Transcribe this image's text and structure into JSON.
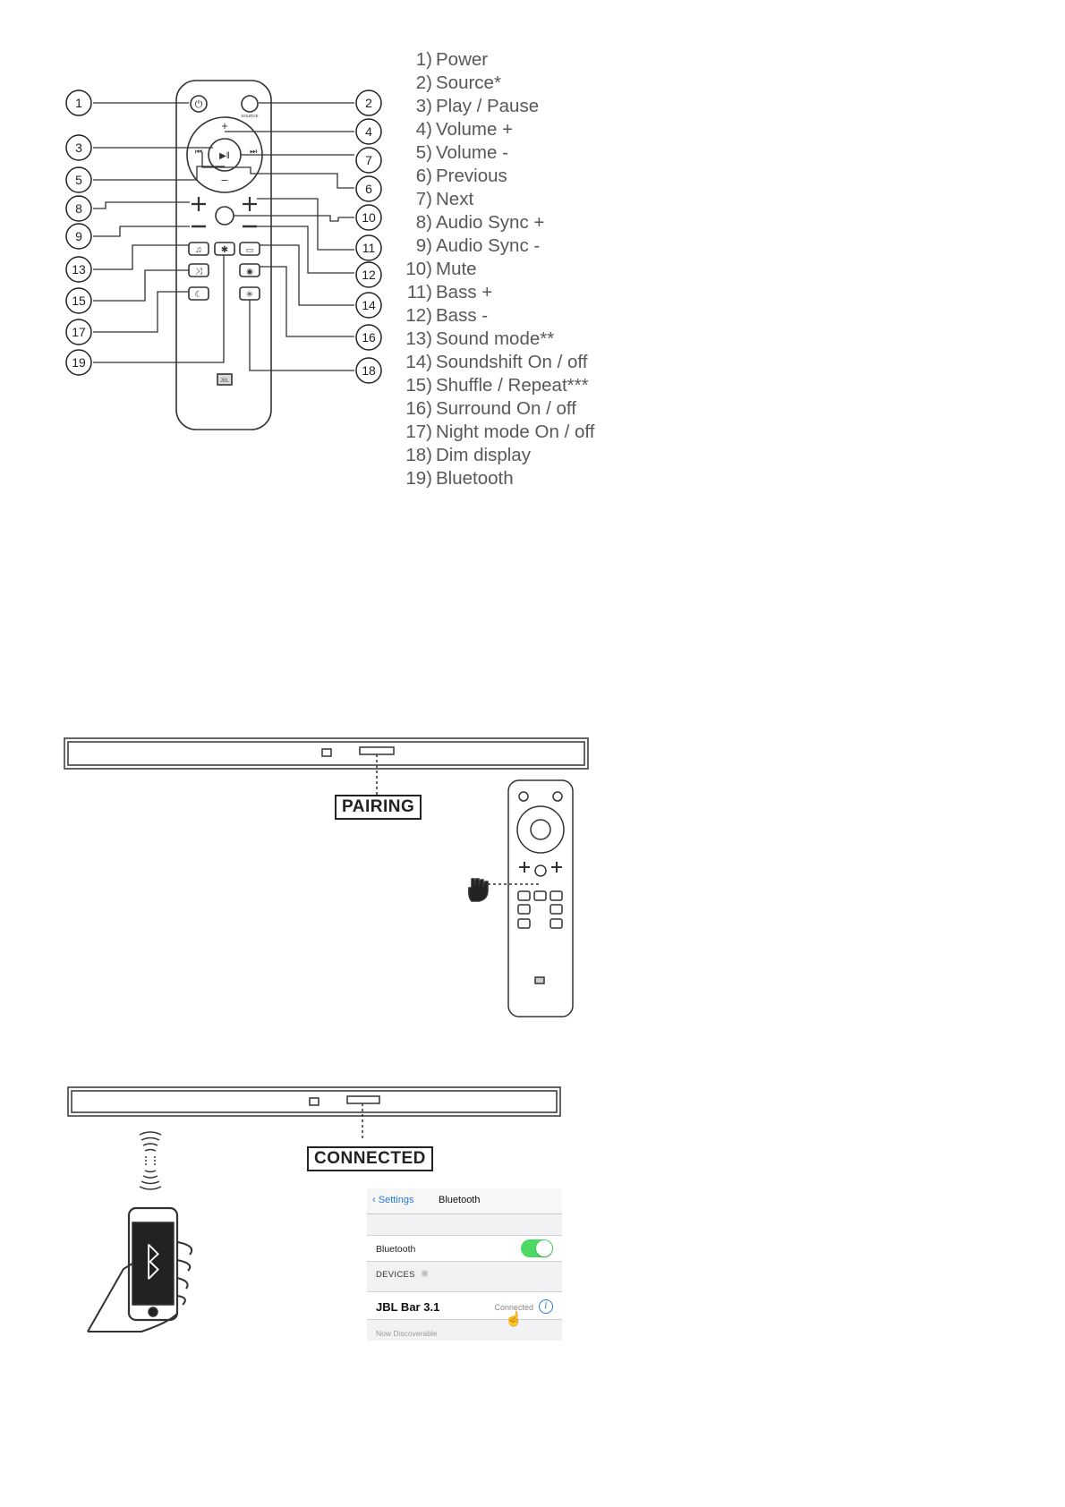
{
  "legend": [
    {
      "num": "1)",
      "label": "Power"
    },
    {
      "num": "2)",
      "label": "Source*"
    },
    {
      "num": "3)",
      "label": "Play / Pause"
    },
    {
      "num": "4)",
      "label": "Volume +"
    },
    {
      "num": "5)",
      "label": "Volume -"
    },
    {
      "num": "6)",
      "label": "Previous"
    },
    {
      "num": "7)",
      "label": "Next"
    },
    {
      "num": "8)",
      "label": "Audio Sync +"
    },
    {
      "num": "9)",
      "label": "Audio Sync -"
    },
    {
      "num": "10)",
      "label": "Mute"
    },
    {
      "num": "11)",
      "label": "Bass +"
    },
    {
      "num": "12)",
      "label": "Bass -"
    },
    {
      "num": "13)",
      "label": "Sound mode**"
    },
    {
      "num": "14)",
      "label": "Soundshift On / off"
    },
    {
      "num": "15)",
      "label": "Shuffle / Repeat***"
    },
    {
      "num": "16)",
      "label": "Surround On / off"
    },
    {
      "num": "17)",
      "label": "Night mode On / off"
    },
    {
      "num": "18)",
      "label": "Dim display"
    },
    {
      "num": "19)",
      "label": "Bluetooth"
    }
  ],
  "callouts": {
    "left": [
      "1",
      "3",
      "5",
      "8",
      "9",
      "13",
      "15",
      "17",
      "19"
    ],
    "right": [
      "2",
      "4",
      "7",
      "6",
      "10",
      "11",
      "12",
      "14",
      "16",
      "18"
    ]
  },
  "remote_labels": {
    "source": "SOURCE",
    "logo": "JBL"
  },
  "pairing": {
    "tag": "PAIRING"
  },
  "connected": {
    "tag": "CONNECTED"
  },
  "ios_screen": {
    "back_label": "Settings",
    "title": "Bluetooth",
    "bluetooth_label": "Bluetooth",
    "bluetooth_on": true,
    "devices_header": "DEVICES",
    "device_name": "JBL Bar 3.1",
    "device_status": "Connected",
    "discoverable": "Now Discoverable"
  },
  "colors": {
    "toggle_on": "#4cd964",
    "link_blue": "#2a7ad8"
  }
}
